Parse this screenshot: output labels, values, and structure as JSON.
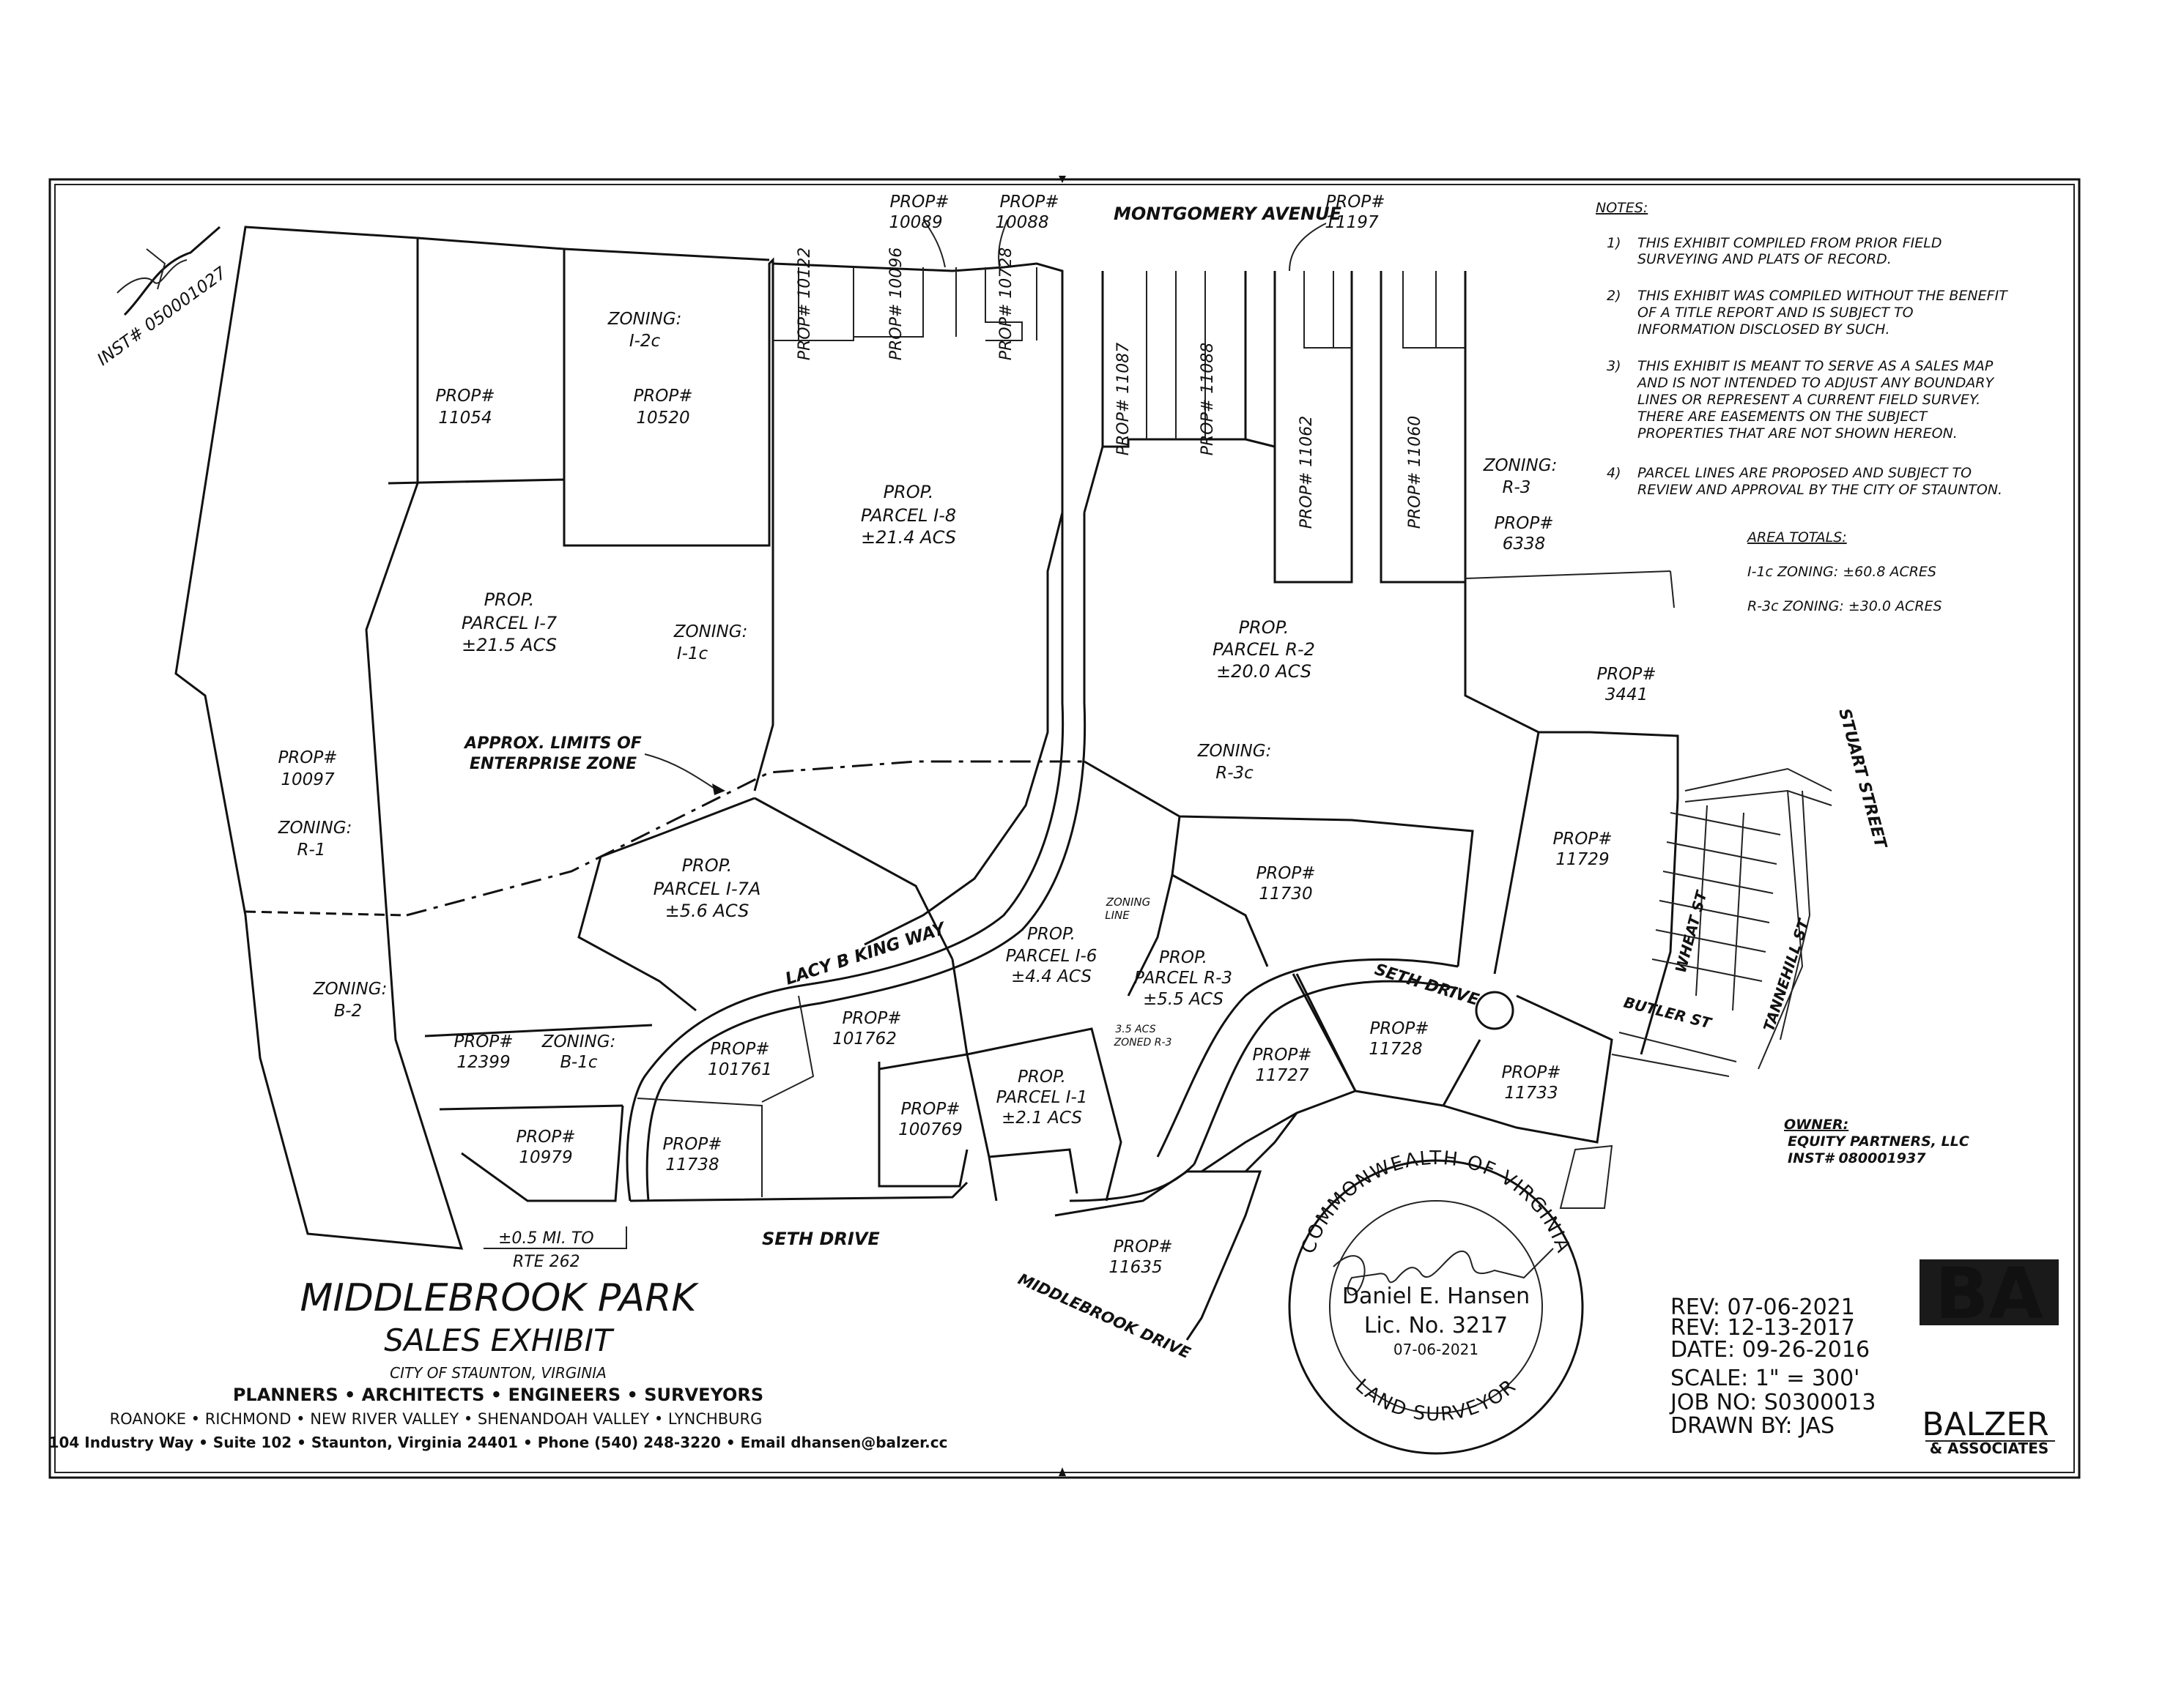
{
  "title": {
    "main": "MIDDLEBROOK PARK",
    "sub": "SALES EXHIBIT",
    "city": "CITY OF STAUNTON, VIRGINIA"
  },
  "firm": {
    "services": "PLANNERS • ARCHITECTS • ENGINEERS • SURVEYORS",
    "offices": "ROANOKE • RICHMOND • NEW RIVER VALLEY • SHENANDOAH VALLEY • LYNCHBURG",
    "address": "104 Industry Way • Suite 102 • Staunton, Virginia 24401 • Phone (540) 248-3220 • Email dhansen@balzer.cc",
    "logo_name": "BALZER",
    "logo_sub": "& ASSOCIATES",
    "logo_mark": "BA"
  },
  "revision": {
    "rev1": "REV: 07-06-2021",
    "rev2": "REV: 12-13-2017",
    "date": "DATE: 09-26-2016",
    "scale": "SCALE: 1\" = 300'",
    "job": "JOB NO: S0300013",
    "drawn": "DRAWN BY: JAS"
  },
  "seal": {
    "ring_top": "COMMONWEALTH OF VIRGINIA",
    "ring_bottom": "LAND SURVEYOR",
    "name": "Daniel E. Hansen",
    "license": "Lic. No. 3217",
    "date": "07-06-2021"
  },
  "notes": {
    "heading": "NOTES:",
    "items": [
      [
        "1)",
        "THIS EXHIBIT COMPILED FROM PRIOR FIELD",
        "SURVEYING AND PLATS OF RECORD."
      ],
      [
        "2)",
        "THIS EXHIBIT WAS COMPILED WITHOUT THE BENEFIT",
        "OF A TITLE REPORT AND IS SUBJECT TO",
        "INFORMATION DISCLOSED BY SUCH."
      ],
      [
        "3)",
        "THIS EXHIBIT IS MEANT TO SERVE AS A SALES MAP",
        "AND IS NOT INTENDED TO ADJUST ANY BOUNDARY",
        "LINES OR REPRESENT A CURRENT FIELD SURVEY.",
        "THERE ARE EASEMENTS ON THE SUBJECT",
        "PROPERTIES THAT ARE NOT SHOWN HEREON."
      ],
      [
        "4)",
        "PARCEL LINES ARE PROPOSED AND SUBJECT TO",
        "REVIEW AND APPROVAL BY THE CITY OF STAUNTON."
      ]
    ],
    "area_heading": "AREA TOTALS:",
    "area_1": "I-1c ZONING: ±60.8 ACRES",
    "area_2": "R-3c ZONING: ±30.0 ACRES"
  },
  "owner": {
    "heading": "OWNER:",
    "name": "EQUITY PARTNERS, LLC",
    "inst": "INST# 080001937"
  },
  "inst_label": "INST# 050001027",
  "rte_note": [
    "±0.5 MI. TO",
    "RTE 262"
  ],
  "streets": {
    "montgomery": "MONTGOMERY AVENUE",
    "lacy": "LACY B KING WAY",
    "seth1": "SETH DRIVE",
    "seth2": "SETH DRIVE",
    "middlebrook": "MIDDLEBROOK DRIVE",
    "stuart": "STUART STREET",
    "wheat": "WHEAT ST",
    "tannehill": "TANNEHILL ST",
    "butler": "BUTLER ST"
  },
  "enterprise_zone": [
    "APPROX. LIMITS OF",
    "ENTERPRISE ZONE"
  ],
  "zoning_line": [
    "ZONING",
    "LINE"
  ],
  "parcels": {
    "p18": [
      "PROP.",
      "PARCEL I-8",
      "±21.4 ACS"
    ],
    "p17": [
      "PROP.",
      "PARCEL I-7",
      "±21.5 ACS"
    ],
    "p17a": [
      "PROP.",
      "PARCEL I-7A",
      "±5.6 ACS"
    ],
    "p16": [
      "PROP.",
      "PARCEL I-6",
      "±4.4 ACS"
    ],
    "p11": [
      "PROP.",
      "PARCEL I-1",
      "±2.1 ACS"
    ],
    "pr2": [
      "PROP.",
      "PARCEL R-2",
      "±20.0 ACS"
    ],
    "pr3": [
      "PROP.",
      "PARCEL R-3",
      "±5.5 ACS"
    ],
    "pr3note": [
      "3.5 ACS",
      "ZONED R-3"
    ]
  },
  "props": {
    "p11054": [
      "PROP#",
      "11054"
    ],
    "p10520": [
      "PROP#",
      "10520"
    ],
    "p10097": [
      "PROP#",
      "10097"
    ],
    "p12399": [
      "PROP#",
      "12399"
    ],
    "p10979": [
      "PROP#",
      "10979"
    ],
    "p11738": [
      "PROP#",
      "11738"
    ],
    "p101761": [
      "PROP#",
      "101761"
    ],
    "p101762": [
      "PROP#",
      "101762"
    ],
    "p100769": [
      "PROP#",
      "100769"
    ],
    "p11730": [
      "PROP#",
      "11730"
    ],
    "p11727": [
      "PROP#",
      "11727"
    ],
    "p11728": [
      "PROP#",
      "11728"
    ],
    "p11733": [
      "PROP#",
      "11733"
    ],
    "p11729": [
      "PROP#",
      "11729"
    ],
    "p3441": [
      "PROP#",
      "3441"
    ],
    "p6338": [
      "PROP#",
      "6338"
    ],
    "p11635": [
      "PROP#",
      "11635"
    ],
    "p10089": [
      "PROP#",
      "10089"
    ],
    "p10088": [
      "PROP#",
      "10088"
    ],
    "p11197": [
      "PROP#",
      "11197"
    ],
    "v10122": "PROP# 10122",
    "v10096": "PROP# 10096",
    "v10728": "PROP# 10728",
    "v11087": "PROP# 11087",
    "v11088": "PROP# 11088",
    "v11062": "PROP# 11062",
    "v11060": "PROP# 11060"
  },
  "zoning": {
    "z_i2c": [
      "ZONING:",
      "I-2c"
    ],
    "z_i1c": [
      "ZONING:",
      "I-1c"
    ],
    "z_r1": [
      "ZONING:",
      "R-1"
    ],
    "z_b2": [
      "ZONING:",
      "B-2"
    ],
    "z_b1c": [
      "ZONING:",
      "B-1c"
    ],
    "z_r3c": [
      "ZONING:",
      "R-3c"
    ],
    "z_r3": [
      "ZONING:",
      "R-3"
    ]
  }
}
